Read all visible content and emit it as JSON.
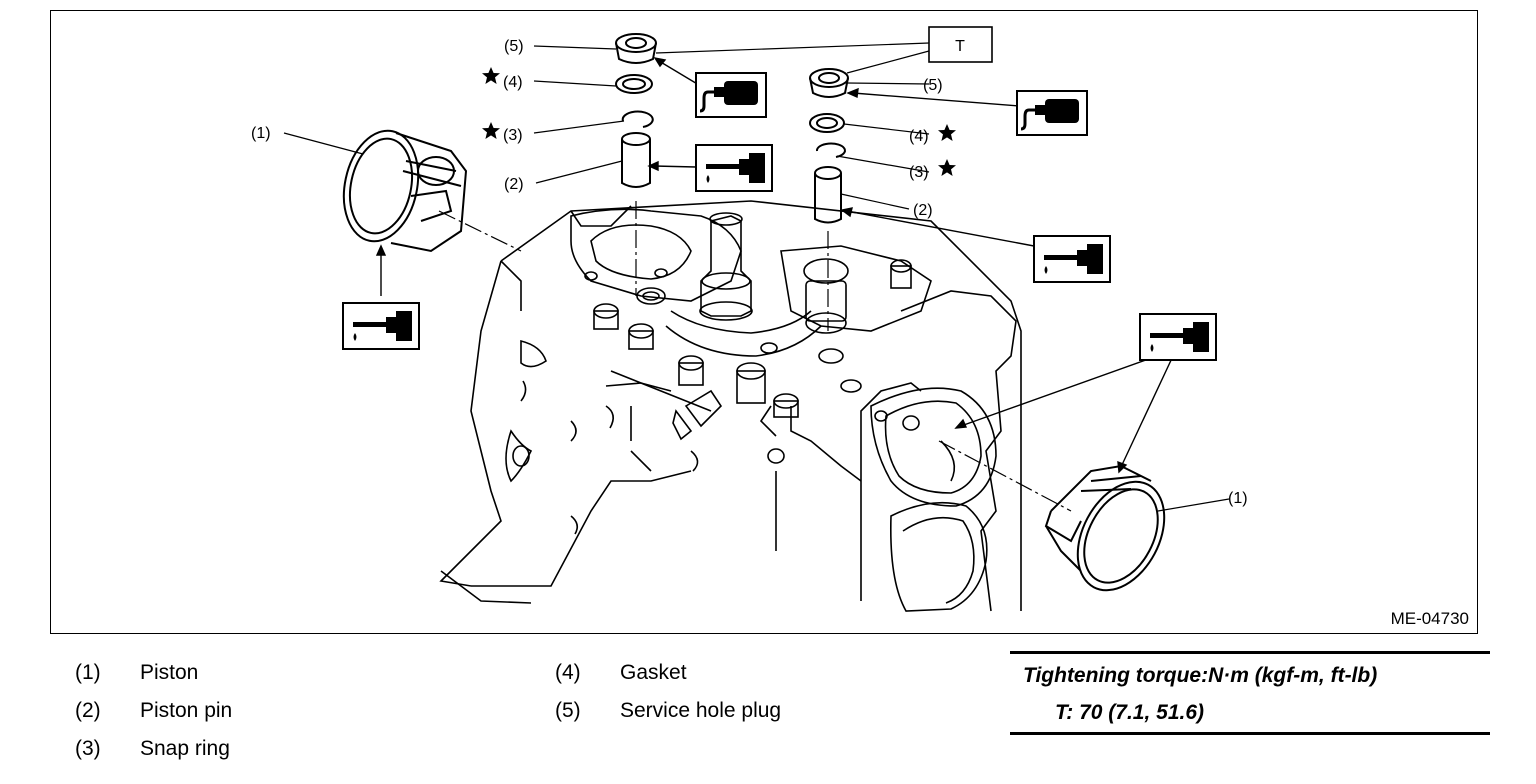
{
  "figure": {
    "id": "ME-04730",
    "callouts": {
      "piston": "(1)",
      "piston_pin": "(2)",
      "snap_ring": "(3)",
      "gasket": "(4)",
      "service_hole_plug": "(5)",
      "torque_tag": "T"
    }
  },
  "legend": [
    {
      "num": "(1)",
      "label": "Piston"
    },
    {
      "num": "(2)",
      "label": "Piston pin"
    },
    {
      "num": "(3)",
      "label": "Snap ring"
    },
    {
      "num": "(4)",
      "label": "Gasket"
    },
    {
      "num": "(5)",
      "label": "Service hole plug"
    }
  ],
  "torque": {
    "header": "Tightening torque:N·m (kgf-m, ft-lb)",
    "value": "T:   70 (7.1, 51.6)"
  },
  "icons": [
    "oil-can-icon",
    "sealant-tube-icon",
    "replace-star-icon"
  ]
}
